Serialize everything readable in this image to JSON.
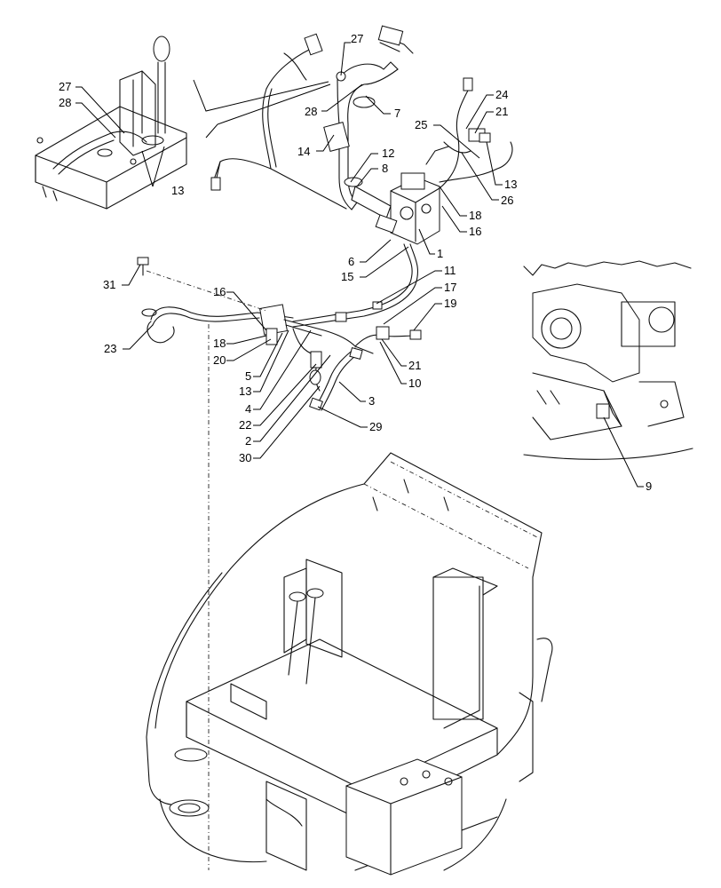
{
  "callouts": [
    {
      "id": "c1",
      "label": "1"
    },
    {
      "id": "c2",
      "label": "2"
    },
    {
      "id": "c3",
      "label": "3"
    },
    {
      "id": "c4",
      "label": "4"
    },
    {
      "id": "c5",
      "label": "5"
    },
    {
      "id": "c6",
      "label": "6"
    },
    {
      "id": "c7",
      "label": "7"
    },
    {
      "id": "c8",
      "label": "8"
    },
    {
      "id": "c9",
      "label": "9"
    },
    {
      "id": "c10",
      "label": "10"
    },
    {
      "id": "c11",
      "label": "11"
    },
    {
      "id": "c12",
      "label": "12"
    },
    {
      "id": "c13a",
      "label": "13"
    },
    {
      "id": "c13b",
      "label": "13"
    },
    {
      "id": "c13c",
      "label": "13"
    },
    {
      "id": "c14",
      "label": "14"
    },
    {
      "id": "c15",
      "label": "15"
    },
    {
      "id": "c16a",
      "label": "16"
    },
    {
      "id": "c16b",
      "label": "16"
    },
    {
      "id": "c17",
      "label": "17"
    },
    {
      "id": "c18a",
      "label": "18"
    },
    {
      "id": "c18b",
      "label": "18"
    },
    {
      "id": "c19",
      "label": "19"
    },
    {
      "id": "c20",
      "label": "20"
    },
    {
      "id": "c21a",
      "label": "21"
    },
    {
      "id": "c21b",
      "label": "21"
    },
    {
      "id": "c22",
      "label": "22"
    },
    {
      "id": "c23",
      "label": "23"
    },
    {
      "id": "c24",
      "label": "24"
    },
    {
      "id": "c25",
      "label": "25"
    },
    {
      "id": "c26",
      "label": "26"
    },
    {
      "id": "c27a",
      "label": "27"
    },
    {
      "id": "c27b",
      "label": "27"
    },
    {
      "id": "c28a",
      "label": "28"
    },
    {
      "id": "c28b",
      "label": "28"
    },
    {
      "id": "c29",
      "label": "29"
    },
    {
      "id": "c30",
      "label": "30"
    },
    {
      "id": "c31",
      "label": "31"
    }
  ]
}
